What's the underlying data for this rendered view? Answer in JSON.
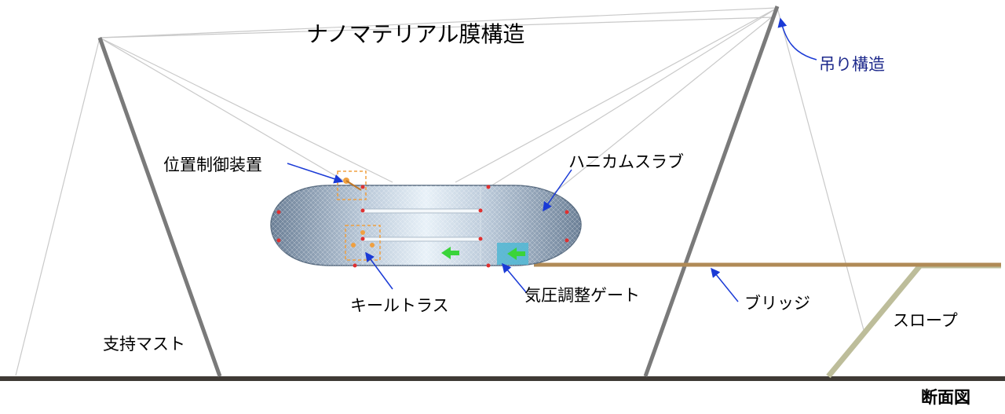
{
  "title": "ナノマテリアル膜構造",
  "labels": {
    "suspension": "吊り構造",
    "position_control": "位置制御装置",
    "honeycomb_slab": "ハニカムスラブ",
    "keel_truss": "キールトラス",
    "pressure_gate": "気圧調整ゲート",
    "bridge": "ブリッジ",
    "slope": "スロープ",
    "support_mast": "支持マスト"
  },
  "caption": "断面図",
  "colors": {
    "mast": "#7a7a7a",
    "ground": "#3f3a35",
    "bridge": "#b08a56",
    "slope": "#bdbd9a",
    "cable": "#c9c9c9",
    "leader": "#1a3ad6",
    "device": "#f0a040",
    "node": "#e03030",
    "arrow": "#3ad43a",
    "gate": "#55b8d4"
  }
}
